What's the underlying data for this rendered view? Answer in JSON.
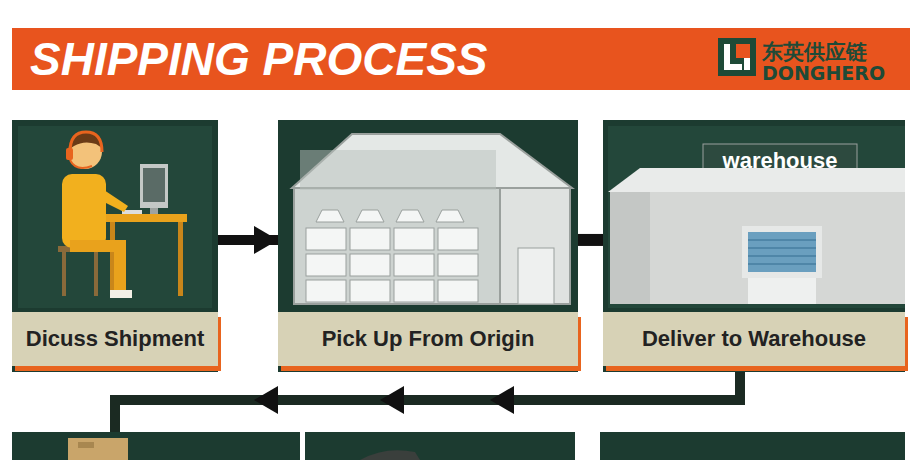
{
  "diagram": {
    "title": "SHIPPING PROCESS",
    "nodes": [
      {
        "text": [
          "Dicuss Shipment"
        ]
      },
      {
        "text": [
          "Pick Up From Origin"
        ]
      },
      {
        "text": [
          "Deliver to Warehouse"
        ]
      }
    ],
    "edges": [
      {
        "from": 0,
        "to": 1,
        "arrow": "to"
      },
      {
        "from": 1,
        "to": 2,
        "arrow": "none"
      }
    ],
    "labels": [
      "东英供应链",
      "DONGHERO",
      "warehouse"
    ]
  }
}
